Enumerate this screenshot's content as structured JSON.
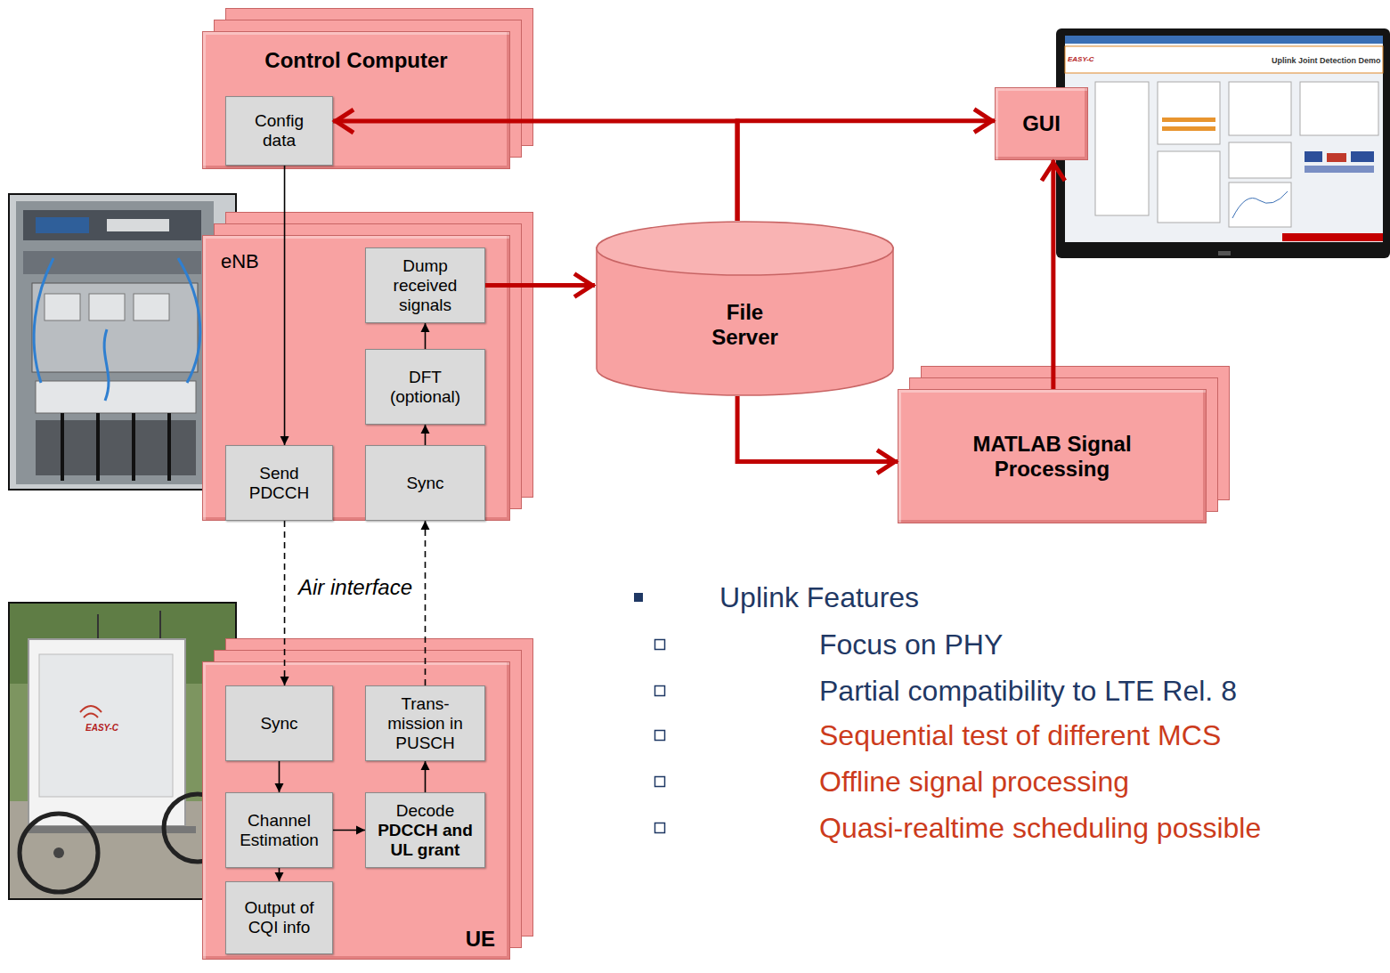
{
  "diagram": {
    "nodes": [
      {
        "text": [
          "Control Computer"
        ]
      },
      {
        "text": [
          "Config data"
        ],
        "in": 0
      },
      {
        "text": [
          "eNB"
        ]
      },
      {
        "text": [
          "Dump received signals"
        ],
        "in": 2
      },
      {
        "text": [
          "DFT (optional)"
        ],
        "in": 2
      },
      {
        "text": [
          "Send PDCCH"
        ],
        "in": 2
      },
      {
        "text": [
          "Sync"
        ],
        "in": 2
      },
      {
        "text": [
          "File Server"
        ]
      },
      {
        "text": [
          "GUI"
        ]
      },
      {
        "text": [
          "MATLAB Signal Processing"
        ]
      },
      {
        "text": [
          "UE"
        ]
      },
      {
        "text": [
          "Sync"
        ],
        "in": 10
      },
      {
        "text": [
          "Trans- mission in PUSCH"
        ],
        "in": 10
      },
      {
        "text": [
          "Channel Estimation"
        ],
        "in": 10
      },
      {
        "text": [
          "Decode",
          "PDCCH and UL grant"
        ],
        "in": 10
      },
      {
        "text": [
          "Output of CQI info"
        ],
        "in": 10
      }
    ],
    "edges": [
      {
        "from": 1,
        "to": 5,
        "arrow": "to"
      },
      {
        "from": 6,
        "to": 4,
        "arrow": "to"
      },
      {
        "from": 4,
        "to": 3,
        "arrow": "to"
      },
      {
        "from": 5,
        "to": 11,
        "arrow": "to"
      },
      {
        "from": 12,
        "to": 6,
        "arrow": "to"
      },
      {
        "from": 11,
        "to": 13,
        "arrow": "to"
      },
      {
        "from": 13,
        "to": 14,
        "arrow": "to"
      },
      {
        "from": 13,
        "to": 15,
        "arrow": "to"
      },
      {
        "from": 14,
        "to": 12,
        "arrow": "to"
      },
      {
        "from": 3,
        "to": 7,
        "arrow": "to"
      },
      {
        "from": 7,
        "to": 1,
        "arrow": "to"
      },
      {
        "from": 7,
        "to": 8,
        "arrow": "to"
      },
      {
        "from": 7,
        "to": 9,
        "arrow": "to"
      },
      {
        "from": 9,
        "to": 8,
        "arrow": "to"
      }
    ],
    "labels": [
      "Air interface",
      "Uplink Features",
      "Focus on PHY",
      "Partial compatibility to LTE Rel. 8",
      "Sequential test of different MCS",
      "Offline signal processing",
      "Quasi-realtime scheduling possible",
      "Uplink Joint Detection Demo",
      "EASY-C",
      "EASY-C"
    ]
  }
}
